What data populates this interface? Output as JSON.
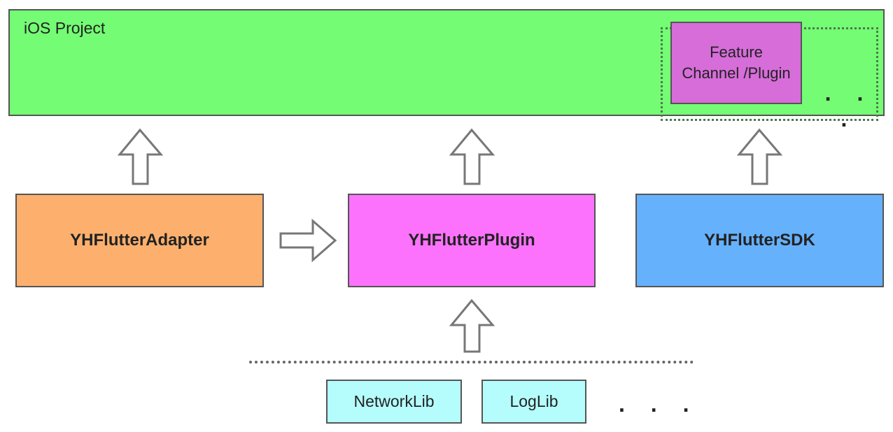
{
  "ios_project": {
    "label": "iOS Project",
    "feature_box": {
      "line1": "Feature",
      "line2": "Channel /Plugin"
    },
    "ellipsis": ". . ."
  },
  "modules": {
    "adapter": "YHFlutterAdapter",
    "plugin": "YHFlutterPlugin",
    "sdk": "YHFlutterSDK"
  },
  "libs": {
    "network": "NetworkLib",
    "log": "LogLib",
    "ellipsis": ". . ."
  },
  "colors": {
    "ios_project": "#74fd74",
    "feature_box": "#d66dd9",
    "adapter": "#fdb06d",
    "plugin": "#fc72fc",
    "sdk": "#66b1fc",
    "lib": "#b5fdfd",
    "arrow_stroke": "#777777",
    "box_border": "#555555"
  }
}
